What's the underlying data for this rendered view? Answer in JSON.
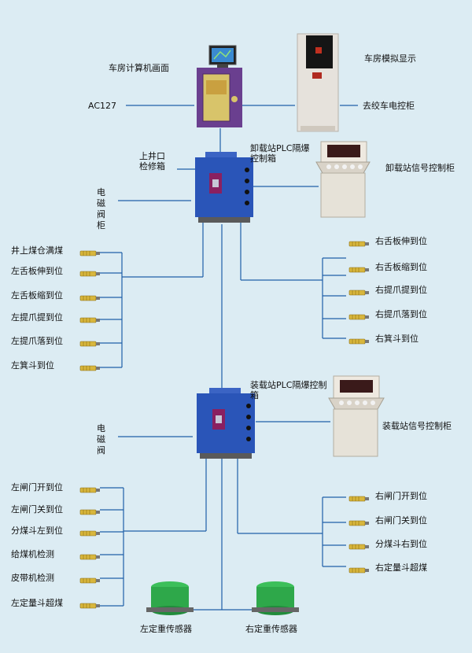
{
  "top": {
    "computer_label": "车房计算机画面",
    "sim_display_label": "车房模拟显示",
    "ac_label": "AC127",
    "winch_label": "去绞车电控柜"
  },
  "unload": {
    "inspect_box_label": "上井口检修箱",
    "plc_box_label": "卸载站PLC隔爆控制箱",
    "signal_cabinet_label": "卸载站信号控制柜",
    "valve_label": "电磁阀柜",
    "left_sensors": [
      "井上煤仓满煤",
      "左舌板伸到位",
      "左舌板缩到位",
      "左提爪提到位",
      "左提爪落到位",
      "左箕斗到位"
    ],
    "right_sensors": [
      "右舌板伸到位",
      "右舌板缩到位",
      "右提爪提到位",
      "右提爪落到位",
      "右箕斗到位"
    ]
  },
  "load": {
    "plc_box_label": "装载站PLC隔爆控制箱",
    "signal_cabinet_label": "装载站信号控制柜",
    "valve_label": "电磁阀",
    "left_sensors": [
      "左闸门开到位",
      "左闸门关到位",
      "分煤斗左到位",
      "给煤机检测",
      "皮带机检测",
      "左定量斗超煤"
    ],
    "right_sensors": [
      "右闸门开到位",
      "右闸门关到位",
      "分煤斗右到位",
      "右定量斗超煤"
    ],
    "weight_left_label": "左定重传感器",
    "weight_right_label": "右定重传感器"
  },
  "colors": {
    "background": "#dcecf3",
    "line": "#1f5fa8",
    "plc_box": "#2a55b8",
    "sensor": "#d8b63c",
    "weight_sensor": "#2ea84a"
  }
}
